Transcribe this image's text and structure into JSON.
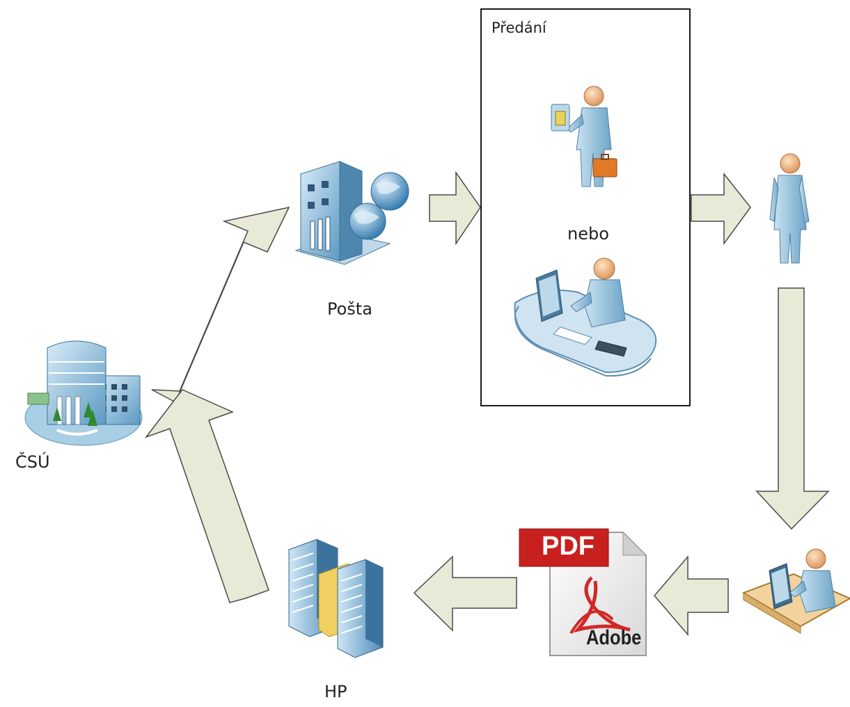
{
  "labels": {
    "csu": "ČSÚ",
    "posta": "Pošta",
    "predani": "Předání",
    "nebo": "nebo",
    "hp": "HP"
  },
  "pdf_icon": {
    "badge": "PDF",
    "brand": "Adobe"
  },
  "colors": {
    "arrow_fill": "#e8e9d6",
    "arrow_stroke": "#4a4a4a",
    "box_border": "#1a1a1a",
    "pdf_red": "#c8201e",
    "person_blue": "#9cc8e0"
  }
}
